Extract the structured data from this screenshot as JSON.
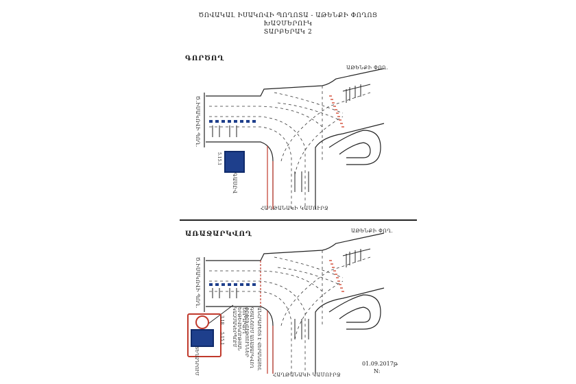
{
  "header": {
    "line1": "ԾՈՎԱԿԱԼ ԻՍԱԿՈՎԻ ՊՈՂՈՏԱ - ԱԹԵՆՔԻ ՓՈՂՈՑ",
    "line2": "ԽԱՉՄԵՐՈՒԿ",
    "line3": "ՏԱՐԲԵՐԱԿ 2"
  },
  "top_plan": {
    "label": "ԳՈՐԾՈՂ",
    "street_top_right": "ԱԹԵՆՔԻ ՓՈՂ.",
    "street_left": "Ծ.ԻՍԱԿՈՎԻ ՊՈՂ.",
    "street_bottom": "ՀԱՂԹԱՆԱԿԻ ԿԱՄՈՒՐՋ",
    "sign_number": "5.15.1",
    "sign_text": "ԳԱՍԸՎ"
  },
  "bottom_plan": {
    "label": "ԱՌԱՋԱՐԿՎՈՂ",
    "street_top_right": "ԱԹԵՆՔԻ ՓՈՂ.",
    "street_left": "Ծ.ԻՍԱԿՈՎԻ ՊՈՂ.",
    "street_bottom": "ՀԱՂԹԱՆԱԿԻ ԿԱՄՈՒՐՋ",
    "sign_number": "5.15.1",
    "sign2_number": "3.18",
    "note_1": "ՏԵՂԱԴՐՈՒՄ",
    "note_2": "ՆԵՐԴՐՎՈՂ ԵՐԹԵՎԵԿՈՒԹՅԱՆ ԿԱԶՄԱԿԵՐՊՈՒՄ",
    "note_3": "ԳԾԱՆՇՈՒՄ ԱՌԱՋԱՐԿՎՈՂ ՓՈՓՈԽՈՒԹՅՈՒՆՆԵՐ",
    "note_4": "ԱՆՀՐԱԺԵՇՏ Է ՎԵՐԱՆԱՅԵԼ"
  },
  "footer": {
    "date": "01.09.2017թ",
    "signature": "N:"
  },
  "colors": {
    "road_line": "#222222",
    "crosswalk": "#e08070",
    "sign_blue": "#1e3f8c",
    "proposed_red": "#c0392b"
  }
}
